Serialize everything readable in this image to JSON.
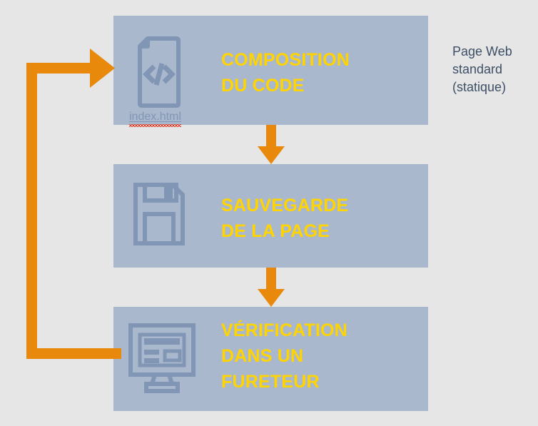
{
  "diagram": {
    "background_color": "#e6e6e6",
    "box_color": "#aab8ce",
    "title_color": "#ffd400",
    "arrow_color": "#e8890c",
    "icon_color": "#8096b4",
    "caption_color": "#3d4f66"
  },
  "steps": [
    {
      "id": "composition",
      "title": "COMPOSITION\nDU CODE",
      "icon": "html-document-icon",
      "filename": "index.html"
    },
    {
      "id": "sauvegarde",
      "title": "SAUVEGARDE\nDE LA PAGE",
      "icon": "floppy-disk-save-icon"
    },
    {
      "id": "verification",
      "title": "VÉRIFICATION\nDANS UN\nFURETEUR",
      "icon": "monitor-browser-icon"
    }
  ],
  "connectors": [
    {
      "id": "arrow-composition-to-sauvegarde",
      "icon": "arrow-down-icon"
    },
    {
      "id": "arrow-sauvegarde-to-verification",
      "icon": "arrow-down-icon"
    },
    {
      "id": "feedback-loop-arrow",
      "icon": "loop-arrow-icon"
    }
  ],
  "caption": {
    "text": "Page Web\nstandard\n(statique)"
  }
}
